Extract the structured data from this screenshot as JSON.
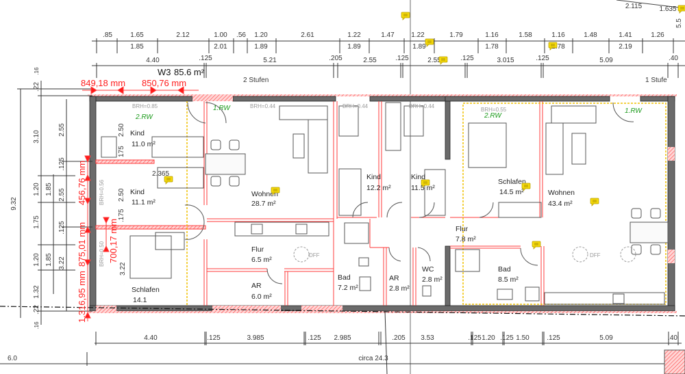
{
  "plan": {
    "unit_title": "W3",
    "unit_area": "85.6 m²",
    "stairs_left": "2 Stufen",
    "stairs_right": "1 Stufe",
    "rooms": [
      {
        "name": "Kind",
        "area": "11.0 m²"
      },
      {
        "name": "Kind",
        "area": "11.1 m²"
      },
      {
        "name": "Schlafen",
        "area": "14.1"
      },
      {
        "name": "Wohnen",
        "area": "28.7 m²"
      },
      {
        "name": "Flur",
        "area": "6.5 m²"
      },
      {
        "name": "AR",
        "area": "6.0 m²"
      },
      {
        "name": "Kind",
        "area": "12.2 m²"
      },
      {
        "name": "Kind",
        "area": "11.5 m²"
      },
      {
        "name": "Bad",
        "area": "7.2 m²"
      },
      {
        "name": "AR",
        "area": "2.8 m²"
      },
      {
        "name": "WC",
        "area": "2.8 m²"
      },
      {
        "name": "Flur",
        "area": "7.8 m²"
      },
      {
        "name": "Schlafen",
        "area": "14.5 m²"
      },
      {
        "name": "Bad",
        "area": "8.5 m²"
      },
      {
        "name": "Wohnen",
        "area": "43.4 m²"
      }
    ],
    "rw_labels": [
      "1.RW",
      "2.RW",
      "2.RW",
      "1.RW"
    ],
    "brh_labels": [
      "BRH=0.85",
      "BRH=0.44",
      "BRH=0.44",
      "BRH=0.44",
      "BRH=0.55",
      "BRH=0.56",
      "BRH=0.50"
    ],
    "dff": [
      "DFF",
      "DFF"
    ],
    "inner_dims": [
      "2.50",
      "175",
      "2.365",
      "2.50",
      ".175",
      "3.22"
    ]
  },
  "dimensions": {
    "top_row1": [
      ".85",
      "1.65",
      "2.12",
      "1.00",
      ".56",
      "1.20",
      "2.61",
      "1.22",
      "1.47",
      "1.22",
      "1.79",
      "1.16",
      "1.58",
      "1.16",
      "1.48",
      "1.41",
      "1.26"
    ],
    "top_row2": [
      "1.85",
      "2.01",
      "1.89",
      "1.89",
      "1.89",
      "1.78",
      "1.78",
      "2.19"
    ],
    "top_row3": [
      "4.40",
      ".125",
      "5.21",
      ".205",
      "2.55",
      ".125",
      "2.55",
      ".125",
      "3.015",
      ".125",
      "5.09",
      ".40"
    ],
    "top_right": [
      "2.115",
      "1.635",
      "5.5"
    ],
    "bottom_row": [
      "4.40",
      ".125",
      "3.985",
      ".125",
      "2.985",
      ".205",
      "3.53",
      ".125",
      "1.20",
      ".125",
      "1.50",
      ".125",
      "5.09",
      ".40"
    ],
    "bottom_total_left": "6.0",
    "bottom_total": "circa  24.3",
    "left_total": "9.32",
    "left_col1": [
      ".22",
      "3.10",
      "1.20",
      "1.75",
      "1.20",
      "1.32",
      ".22"
    ],
    "left_col2": [
      "1.85",
      "1.85"
    ],
    "left_col3": [
      "2.55",
      ".125",
      "2.55",
      ".125",
      "3.22"
    ],
    "left_small": [
      ".16",
      ".16"
    ]
  },
  "measurements": {
    "color": "#ff1a1a",
    "values": [
      "849,18 mm",
      "850,76 mm",
      "456,76 mm",
      "875,01 mm",
      "700,17 mm",
      "1.316,95 mm"
    ]
  },
  "colors": {
    "wall": "#6b6b6b",
    "partition": "#ff3b3b",
    "rw_label": "#1a9a1a",
    "comment": "#f5d90a",
    "tenant_line": "#f0c000"
  }
}
